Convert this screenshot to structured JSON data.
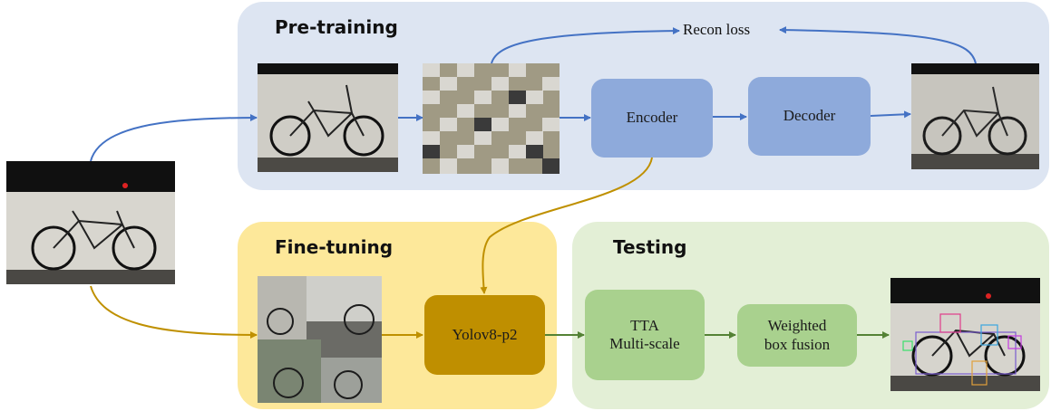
{
  "panels": {
    "pretraining": "Pre-training",
    "finetuning": "Fine-tuning",
    "testing": "Testing"
  },
  "boxes": {
    "encoder": "Encoder",
    "decoder": "Decoder",
    "yolo": "Yolov8-p2",
    "tta_line1": "TTA",
    "tta_line2": "Multi-scale",
    "wbf_line1": "Weighted",
    "wbf_line2": "box fusion"
  },
  "recon_loss": "Recon loss",
  "colors": {
    "pretrain_bg": "#dde5f2",
    "finetune_bg": "#fde89a",
    "testing_bg": "#e3efd6",
    "blue_arrow": "#4472c4",
    "gold_arrow": "#bf9000",
    "green_arrow": "#548235",
    "encoder_fill": "#8eaadb",
    "yolo_fill": "#bf8f00",
    "green_fill": "#a9d18e"
  },
  "images": {
    "input": "bicycle-photo",
    "pretrain_input": "bicycle-photo",
    "masked": "masked-bicycle-photo",
    "reconstructed": "reconstructed-bicycle-photo",
    "mosaic": "mosaic-augmented-photo",
    "detections": "bicycle-photo-with-detection-boxes"
  }
}
